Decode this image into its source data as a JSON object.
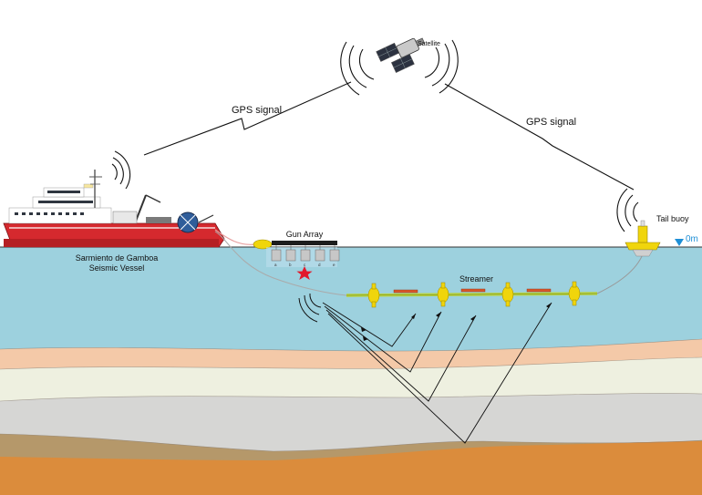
{
  "labels": {
    "satellite": "Satellite",
    "gps_left": "GPS signal",
    "gps_right": "GPS signal",
    "vessel_line1": "Sarmiento de Gamboa",
    "vessel_line2": "Seismic Vessel",
    "gun_array": "Gun Array",
    "streamer": "Streamer",
    "tail_buoy": "Tail buoy",
    "depth_zero": "0m"
  },
  "gun_labels": [
    "a",
    "b",
    "c",
    "d",
    "e"
  ],
  "colors": {
    "sky": "#ffffff",
    "sea": "#9dd1de",
    "layer_1": "#f4c9a8",
    "layer_2": "#eef0e0",
    "layer_3": "#d6d6d4",
    "layer_4": "#b5986a",
    "layer_5": "#db8c3c",
    "hull_red": "#d5292e",
    "buoy_yellow": "#f0d50c",
    "streamer_green": "#b8d340",
    "depth_marker": "#1e8fd6",
    "source_star": "#e2182b"
  },
  "icons": [
    "satellite-icon",
    "vessel-icon",
    "gun-array-icon",
    "source-star-icon",
    "hydrophone-icon",
    "tail-buoy-icon",
    "depth-marker-icon"
  ]
}
